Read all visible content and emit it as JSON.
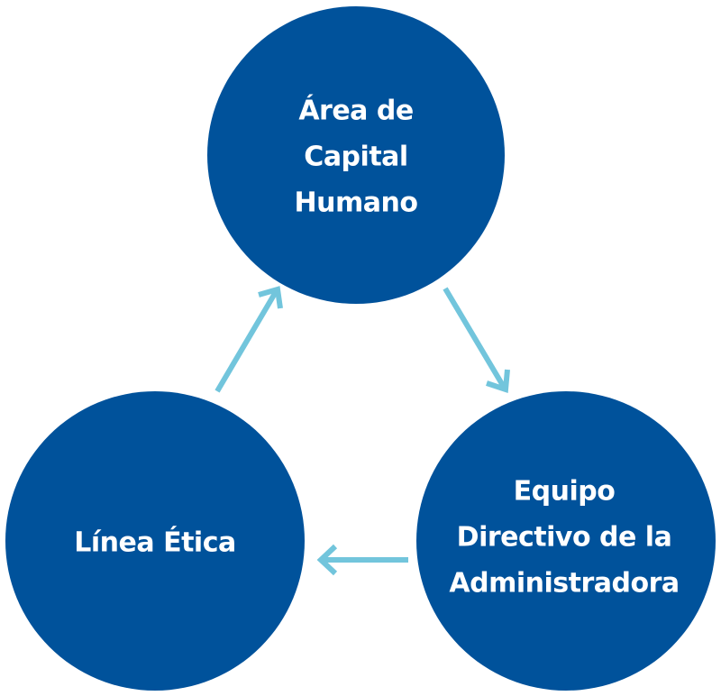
{
  "colors": {
    "node": "#00529b",
    "arrow": "#72c5dc",
    "text": "#ffffff"
  },
  "nodes": [
    {
      "id": "capital-humano",
      "lines": [
        "Área de",
        "Capital",
        "Humano"
      ]
    },
    {
      "id": "equipo-directivo",
      "lines": [
        "Equipo",
        "Directivo de la",
        "Administradora"
      ]
    },
    {
      "id": "linea-etica",
      "lines": [
        "Línea Ética"
      ]
    }
  ],
  "edges": [
    {
      "from": "capital-humano",
      "to": "equipo-directivo"
    },
    {
      "from": "equipo-directivo",
      "to": "linea-etica"
    },
    {
      "from": "linea-etica",
      "to": "capital-humano"
    }
  ]
}
